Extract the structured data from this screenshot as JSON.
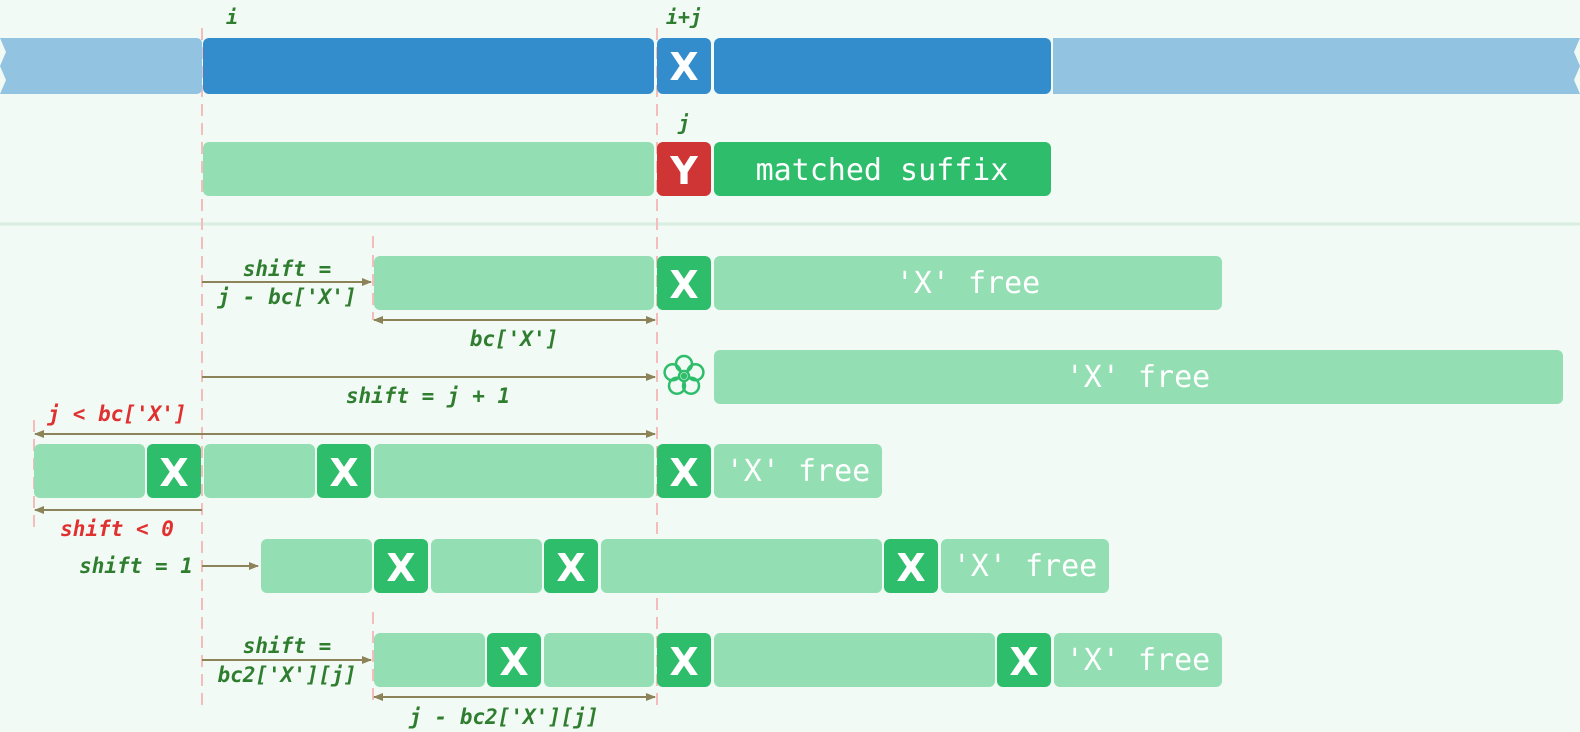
{
  "top": {
    "index_i": "i",
    "index_ij": "i+j",
    "text_char": "X"
  },
  "pattern": {
    "index_j": "j",
    "mismatch_char": "Y",
    "suffix_label": "matched suffix"
  },
  "case1": {
    "shift_line1": "shift =",
    "shift_line2": "j - bc['X']",
    "char": "X",
    "free_label": "'X' free",
    "span_label": "bc['X']"
  },
  "case2": {
    "shift_label": "shift = j + 1",
    "free_label": "'X' free",
    "flower_icon": "flower-icon"
  },
  "case3": {
    "condition_label": "j < bc['X']",
    "char": "X",
    "free_label": "'X' free",
    "shift_label": "shift < 0"
  },
  "case4": {
    "shift_label": "shift = 1",
    "char": "X",
    "free_label": "'X' free"
  },
  "case5": {
    "shift_line1": "shift =",
    "shift_line2": "bc2['X'][j]",
    "char": "X",
    "free_label": "'X' free",
    "span_label": "j - bc2['X'][j]"
  },
  "colors": {
    "text_light_blue": "#92c3e0",
    "text_blue": "#338dcc",
    "pattern_light_green": "#93dfb3",
    "pattern_green": "#2ebd6b",
    "mismatch_red": "#d03535",
    "guide_pink": "#f5bcbc",
    "arrow_olive": "#8c8358",
    "label_green": "#2f7d2f",
    "label_red": "#e03030"
  }
}
